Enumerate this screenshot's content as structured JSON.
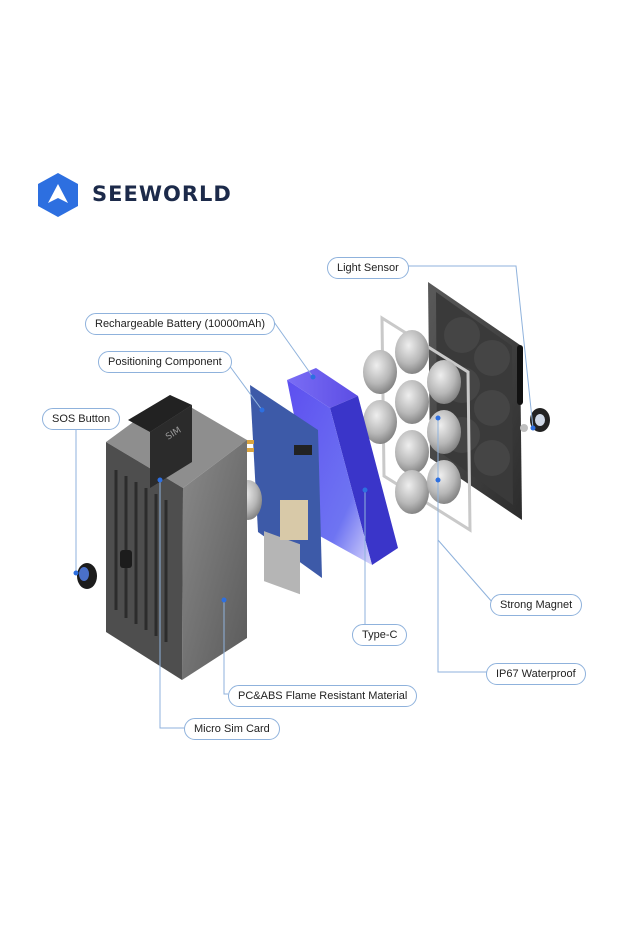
{
  "brand": {
    "name": "SEEWORLD",
    "logo_color": "#2d6fe0",
    "text_color": "#1c2a4a"
  },
  "callouts": {
    "light_sensor": "Light Sensor",
    "battery": "Rechargeable Battery (10000mAh)",
    "positioning": "Positioning Component",
    "sos_button": "SOS Button",
    "strong_magnet": "Strong Magnet",
    "type_c": "Type-C",
    "ip67": "IP67 Waterproof",
    "pc_abs": "PC&ABS Flame Resistant Material",
    "micro_sim": "Micro Sim Card"
  },
  "device": {
    "cap_label": "SIM"
  },
  "colors": {
    "leader_line": "#8fb2dc",
    "leader_dot": "#2d6fe0",
    "battery_blue": "#4a45e8",
    "housing": "#6e6e6e",
    "pcb": "#3d5aa8"
  }
}
